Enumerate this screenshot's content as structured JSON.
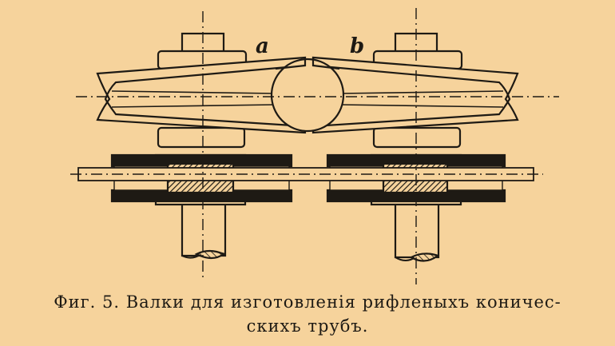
{
  "figure": {
    "label_a": "a",
    "label_b": "b",
    "caption_line1": "Фиг. 5. Валки для изготовленія рифленыхъ коничес-",
    "caption_line2": "скихъ трубъ.",
    "ink_color": "#1e1a14",
    "paper_color": "#f6d39c"
  }
}
